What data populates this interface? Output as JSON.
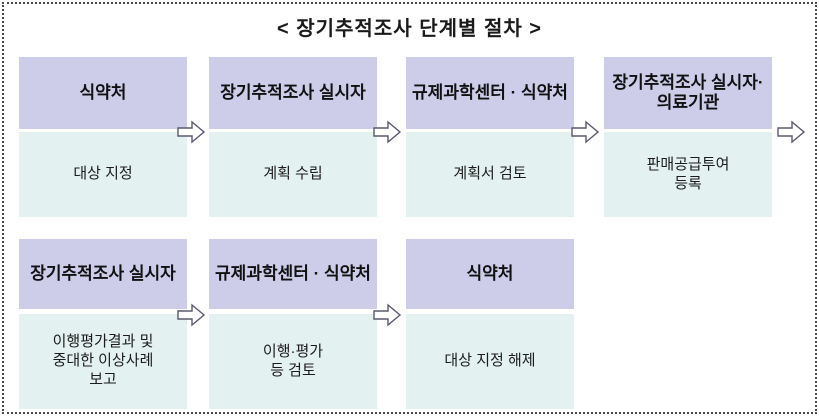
{
  "title": "< 장기추적조사 단계별 절차 >",
  "colors": {
    "header_fill": "#cdcdea",
    "body_fill": "#e3f1f1",
    "border": "#4a4a4a",
    "arrow_stroke": "#555566",
    "text": "#111111"
  },
  "rows": [
    {
      "id": "row-1",
      "steps": [
        {
          "order": 1,
          "actor": "식약처",
          "actor_lines": [
            "식약처"
          ],
          "action": "대상 지정",
          "action_lines": [
            "대상 지정"
          ]
        },
        {
          "order": 2,
          "actor": "장기추적조사 실시자",
          "actor_lines": [
            "장기추적조사",
            "실시자"
          ],
          "action": "계획 수립",
          "action_lines": [
            "계획 수립"
          ]
        },
        {
          "order": 3,
          "actor": "규제과학센터 · 식약처",
          "actor_lines": [
            "규제과학센터",
            "· 식약처"
          ],
          "action": "계획서 검토",
          "action_lines": [
            "계획서 검토"
          ]
        },
        {
          "order": 4,
          "actor": "장기추적조사 실시자·의료기관",
          "actor_lines": [
            "장기추적조사",
            "실시자·의료기관"
          ],
          "action": "판매공급투여 등록",
          "action_lines": [
            "판매공급투여",
            "등록"
          ]
        }
      ]
    },
    {
      "id": "row-2",
      "steps": [
        {
          "order": 5,
          "actor": "장기추적조사 실시자",
          "actor_lines": [
            "장기추적조사",
            "실시자"
          ],
          "action": "이행평가결과 및 중대한 이상사례 보고",
          "action_lines": [
            "이행평가결과 및",
            "중대한 이상사례",
            "보고"
          ]
        },
        {
          "order": 6,
          "actor": "규제과학센터 · 식약처",
          "actor_lines": [
            "규제과학센터",
            "· 식약처"
          ],
          "action": "이행·평가 등 검토",
          "action_lines": [
            "이행·평가",
            "등 검토"
          ]
        },
        {
          "order": 7,
          "actor": "식약처",
          "actor_lines": [
            "식약처"
          ],
          "action": "대상 지정 해제",
          "action_lines": [
            "대상 지정 해제"
          ]
        }
      ]
    }
  ],
  "arrows": [
    {
      "id": "arrow-1",
      "icon": "right-arrow-icon",
      "between": "1-2"
    },
    {
      "id": "arrow-2",
      "icon": "right-arrow-icon",
      "between": "2-3"
    },
    {
      "id": "arrow-3",
      "icon": "right-arrow-icon",
      "between": "3-4"
    },
    {
      "id": "arrow-4",
      "icon": "right-arrow-icon",
      "between": "4-5"
    },
    {
      "id": "arrow-5",
      "icon": "right-arrow-icon",
      "between": "5-6"
    },
    {
      "id": "arrow-6",
      "icon": "right-arrow-icon",
      "between": "6-7"
    }
  ]
}
